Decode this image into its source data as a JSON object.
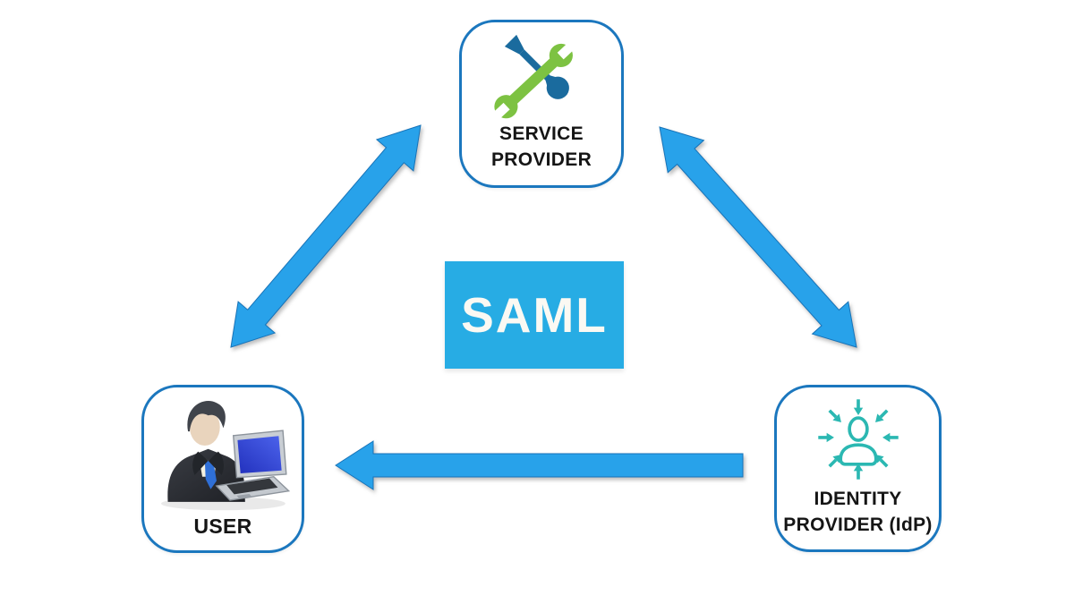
{
  "diagram": {
    "title": "SAML",
    "nodes": {
      "service_provider": {
        "line1": "SERVICE",
        "line2": "PROVIDER",
        "icon": "tools-icon"
      },
      "user": {
        "label": "USER",
        "icon": "businessman-laptop-illustration"
      },
      "identity_provider": {
        "line1": "IDENTITY",
        "line2": "PROVIDER (IdP)",
        "icon": "identity-person-arrows-icon"
      }
    },
    "arrows": [
      {
        "id": "user-service-provider",
        "type": "double-headed",
        "from": "USER",
        "to": "SERVICE PROVIDER"
      },
      {
        "id": "service-provider-identity-provider",
        "type": "double-headed",
        "from": "SERVICE PROVIDER",
        "to": "IDENTITY PROVIDER (IdP)"
      },
      {
        "id": "identity-provider-user",
        "type": "single-headed",
        "from": "IDENTITY PROVIDER (IdP)",
        "to": "USER"
      }
    ],
    "colors": {
      "arrow_blue": "#28a2ea",
      "arrow_outline": "#1873b8",
      "saml_box_blue": "#27ace4",
      "node_border_blue": "#1b77be",
      "idp_icon_teal": "#2bb8b2",
      "wrench_green": "#7dc242",
      "screwdriver_blue": "#1a6b9e",
      "label_text": "#151515",
      "background": "#ffffff"
    }
  }
}
